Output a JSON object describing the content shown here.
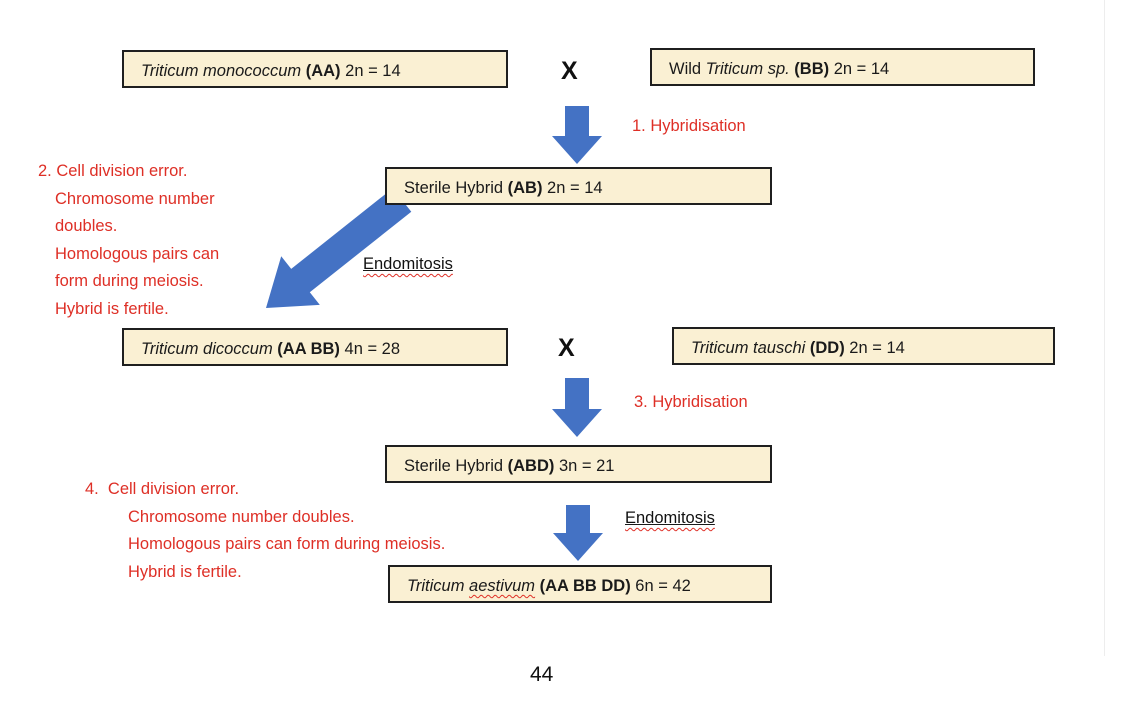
{
  "page": {
    "number": "44"
  },
  "colors": {
    "arrow_blue": "#4472C4",
    "box_fill": "#FAF0D3",
    "box_border": "#1F1F1F",
    "annotation_red": "#DE2F26"
  },
  "boxes": {
    "parent_a": {
      "italic": "Triticum monococcum ",
      "bold": "(AA) ",
      "rest": "2n = 14"
    },
    "parent_b": {
      "prefix": "Wild ",
      "italic": "Triticum sp. ",
      "bold": "(BB) ",
      "rest": "2n = 14"
    },
    "hybrid_ab": {
      "prefix": "Sterile Hybrid ",
      "bold": "(AB) ",
      "rest": "2n = 14"
    },
    "dicoccum": {
      "italic": "Triticum dicoccum ",
      "bold": "(AA BB) ",
      "rest": "4n = 28"
    },
    "tauschi": {
      "italic": "Triticum tauschi ",
      "bold": "(DD) ",
      "rest": "2n = 14"
    },
    "hybrid_abd": {
      "prefix": "Sterile Hybrid ",
      "bold": "(ABD) ",
      "rest": "3n = 21"
    },
    "aestivum": {
      "italic_1": "Triticum ",
      "italic_2": "aestivum",
      "bold": " (AA BB DD) ",
      "rest": "6n = 42"
    }
  },
  "labels": {
    "cross_1": "X",
    "cross_2": "X",
    "hybridisation_1": "1. Hybridisation",
    "hybridisation_3": "3. Hybridisation",
    "endomitosis_1": "Endomitosis",
    "endomitosis_2": "Endomitosis"
  },
  "notes": {
    "note_2": {
      "lines": [
        "2. Cell division error.",
        "Chromosome number",
        "doubles.",
        "Homologous pairs can",
        "form during meiosis.",
        "Hybrid is fertile."
      ]
    },
    "note_4": {
      "lines": [
        "4.  Cell division error.",
        "Chromosome number doubles.",
        "Homologous pairs can form during meiosis.",
        "Hybrid is fertile."
      ]
    }
  }
}
